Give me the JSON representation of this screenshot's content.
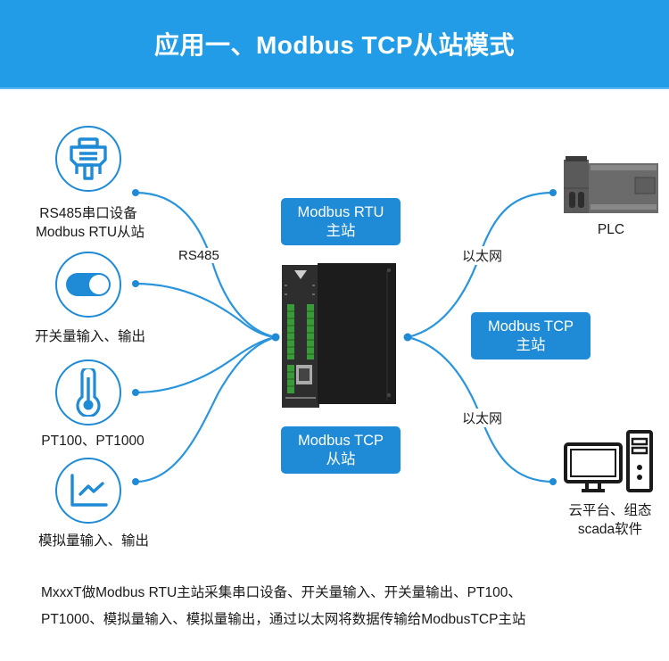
{
  "header": {
    "title": "应用一、Modbus TCP从站模式"
  },
  "left_devices": [
    {
      "icon": "serial-port-icon",
      "lines": [
        "RS485串口设备",
        "Modbus RTU从站"
      ]
    },
    {
      "icon": "toggle-switch-icon",
      "lines": [
        "开关量输入、输出"
      ]
    },
    {
      "icon": "thermometer-icon",
      "lines": [
        "PT100、PT1000"
      ]
    },
    {
      "icon": "line-chart-icon",
      "lines": [
        "模拟量输入、输出"
      ]
    }
  ],
  "left_edge_label": "RS485",
  "center": {
    "top_box": [
      "Modbus RTU",
      "主站"
    ],
    "bottom_box": [
      "Modbus TCP",
      "从站"
    ],
    "device": "ethernet-io-module"
  },
  "right_edge_labels": [
    "以太网",
    "以太网"
  ],
  "right_box": [
    "Modbus TCP",
    "主站"
  ],
  "right_devices": [
    {
      "icon": "plc-icon",
      "lines": [
        "PLC"
      ]
    },
    {
      "icon": "computer-icon",
      "lines": [
        "云平台、组态",
        "scada软件"
      ]
    }
  ],
  "footer": {
    "lines": [
      "MxxxT做Modbus RTU主站采集串口设备、开关量输入、开关量输出、PT100、",
      "PT1000、模拟量输入、模拟量输出，通过以太网将数据传输给ModbusTCP主站"
    ]
  },
  "colors": {
    "header_bg": "#229ce6",
    "accent": "#1f8ad6",
    "line": "#2a95dc"
  }
}
